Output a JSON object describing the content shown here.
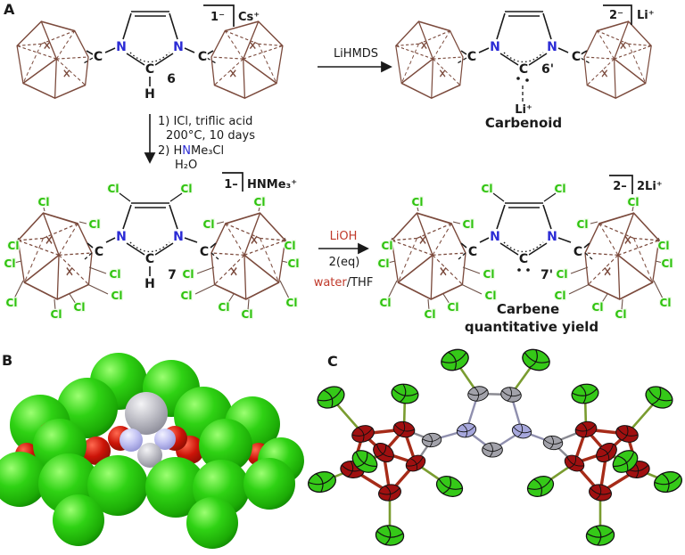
{
  "panel_labels": {
    "a": "A",
    "b": "B",
    "c": "C"
  },
  "atoms": {
    "n": "N",
    "c": "C",
    "h": "H",
    "cl": "Cl"
  },
  "structure_6": {
    "number": "6",
    "charge": "1⁻",
    "counterion": "Cs⁺"
  },
  "structure_6_prime": {
    "number": "6'",
    "charge": "2⁻",
    "counterion": "Li⁺",
    "coordinated_cation": "Li⁺",
    "name": "Carbenoid"
  },
  "structure_7": {
    "number": "7",
    "charge": "1–",
    "counterion": "HNMe₃⁺"
  },
  "structure_7_prime": {
    "number": "7'",
    "charge": "2–",
    "counterion": "2Li⁺",
    "name": "Carbene",
    "yield_note": "quantitative yield"
  },
  "reaction_top": {
    "reagent": "LiHMDS"
  },
  "reaction_down": {
    "line1": "1) ICl, triflic acid",
    "line2": "200°C, 10 days",
    "line3_pre": "2) H",
    "line3_n": "N",
    "line3_post": "Me₃Cl",
    "line4": "H₂O"
  },
  "reaction_right": {
    "reagent": "LiOH",
    "equivalents": "2(eq)",
    "solvent_red": "water",
    "solvent_black": "/THF"
  },
  "colors": {
    "nitrogen_text": "#2b2bd5",
    "chlorine_text": "#2ec30e",
    "cage_stroke": "#7b4a3c",
    "highlight_red_text": "#c03a2b",
    "bond_black": "#1a1a1a",
    "ortep_boron": "#a01010",
    "ortep_chlorine": "#35c918",
    "ortep_carbon": "#a2a2aa",
    "ortep_nitrogen": "#a6a7dc",
    "sphere_chlorine": "#2cd81f",
    "sphere_boron_red": "#cc1408",
    "sphere_carbon": "#c0c0c8",
    "sphere_nitrogen": "#bcbcf0"
  }
}
